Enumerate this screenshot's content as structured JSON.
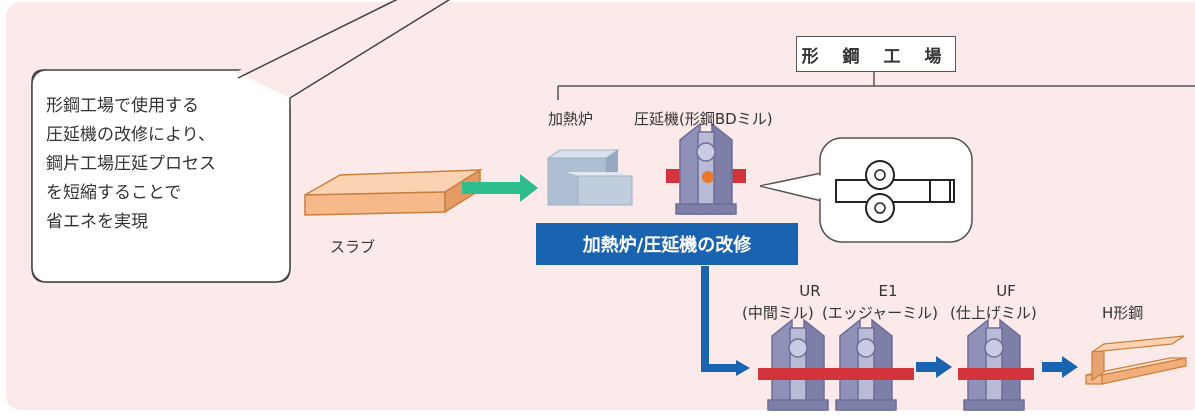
{
  "factory_title": "形 鋼 工 場",
  "callout": {
    "lines": [
      "形鋼工場で使用する",
      "圧延機の改修により、",
      "鋼片工場圧延プロセス",
      "を短縮することで",
      "省エネを実現"
    ]
  },
  "labels": {
    "slab": "スラブ",
    "furnace": "加熱炉",
    "bd_mill": "圧延機(形鋼BDミル)",
    "banner": "加熱炉/圧延機の改修",
    "ur_code": "UR",
    "ur_name": "(中間ミル)",
    "e1_code": "E1",
    "e1_name": "(エッジャーミル)",
    "uf_code": "UF",
    "uf_name": "(仕上げミル)",
    "product": "H形鋼"
  },
  "colors": {
    "background": "#fce9ea",
    "banner": "#1a63b0",
    "flow_arrow": "#1a63b0",
    "slab_arrow": "#2dbd8f",
    "slab": "#f5b98c",
    "mill_body": "#8e90b6",
    "steel_bar": "#d3343b"
  },
  "icons": [
    "slab-icon",
    "furnace-icon",
    "rolling-mill-icon",
    "rolls-detail-icon",
    "h-beam-icon"
  ]
}
